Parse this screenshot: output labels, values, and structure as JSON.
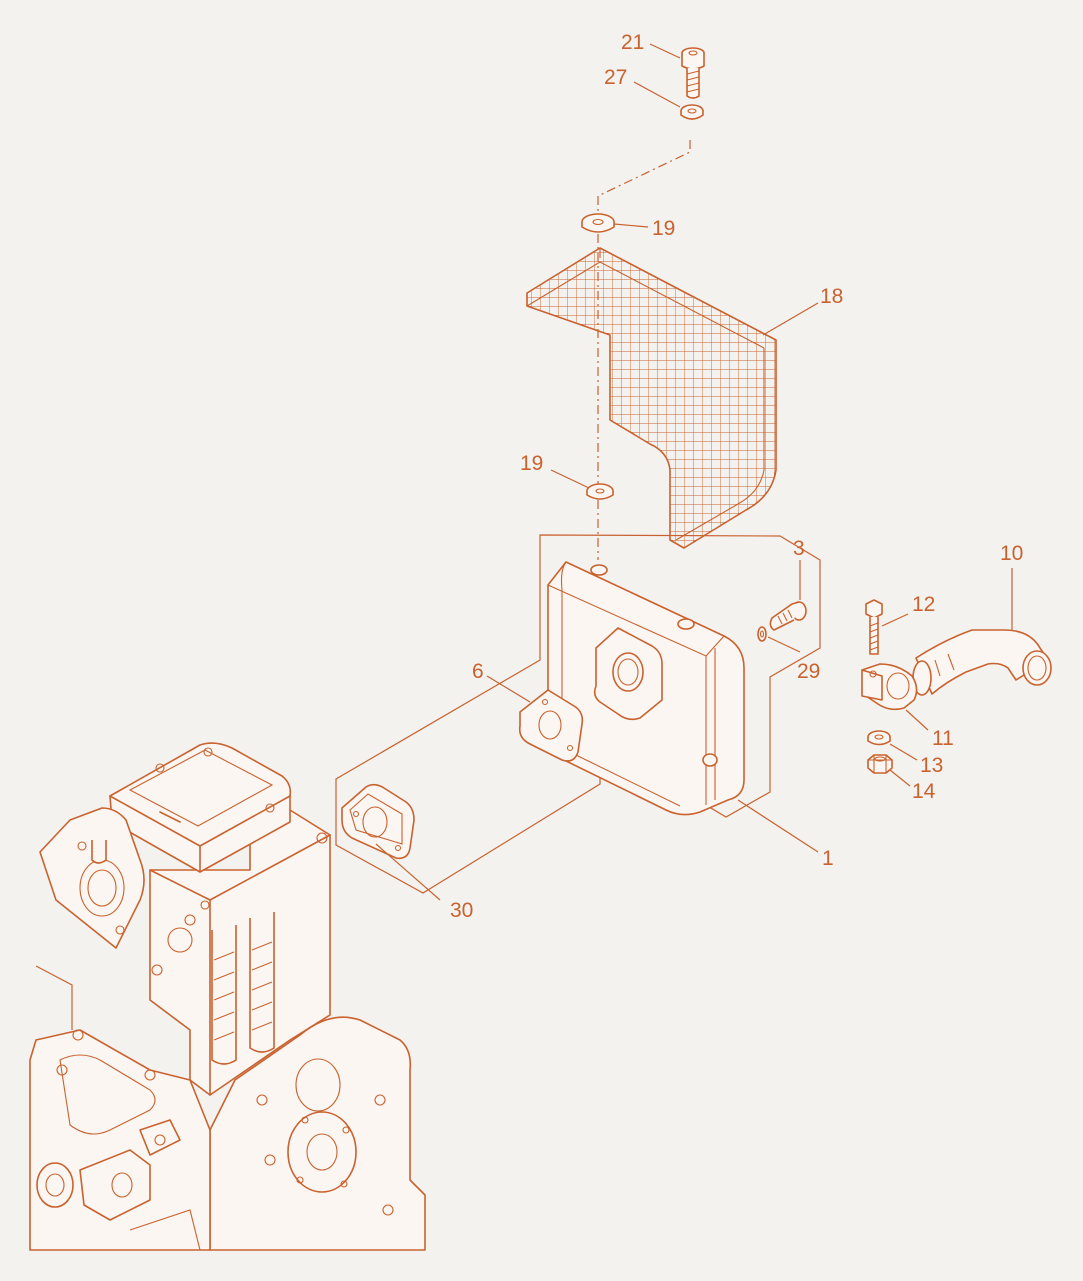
{
  "diagram": {
    "line_color": "#c9622f",
    "background_color": "#f3f2ef",
    "parts": [
      {
        "id": "21",
        "label": "21"
      },
      {
        "id": "27",
        "label": "27"
      },
      {
        "id": "19-top",
        "label": "19"
      },
      {
        "id": "18",
        "label": "18"
      },
      {
        "id": "19-lower",
        "label": "19"
      },
      {
        "id": "3",
        "label": "3"
      },
      {
        "id": "29",
        "label": "29"
      },
      {
        "id": "10",
        "label": "10"
      },
      {
        "id": "12",
        "label": "12"
      },
      {
        "id": "6",
        "label": "6"
      },
      {
        "id": "11",
        "label": "11"
      },
      {
        "id": "13",
        "label": "13"
      },
      {
        "id": "14",
        "label": "14"
      },
      {
        "id": "1",
        "label": "1"
      },
      {
        "id": "30",
        "label": "30"
      }
    ]
  }
}
